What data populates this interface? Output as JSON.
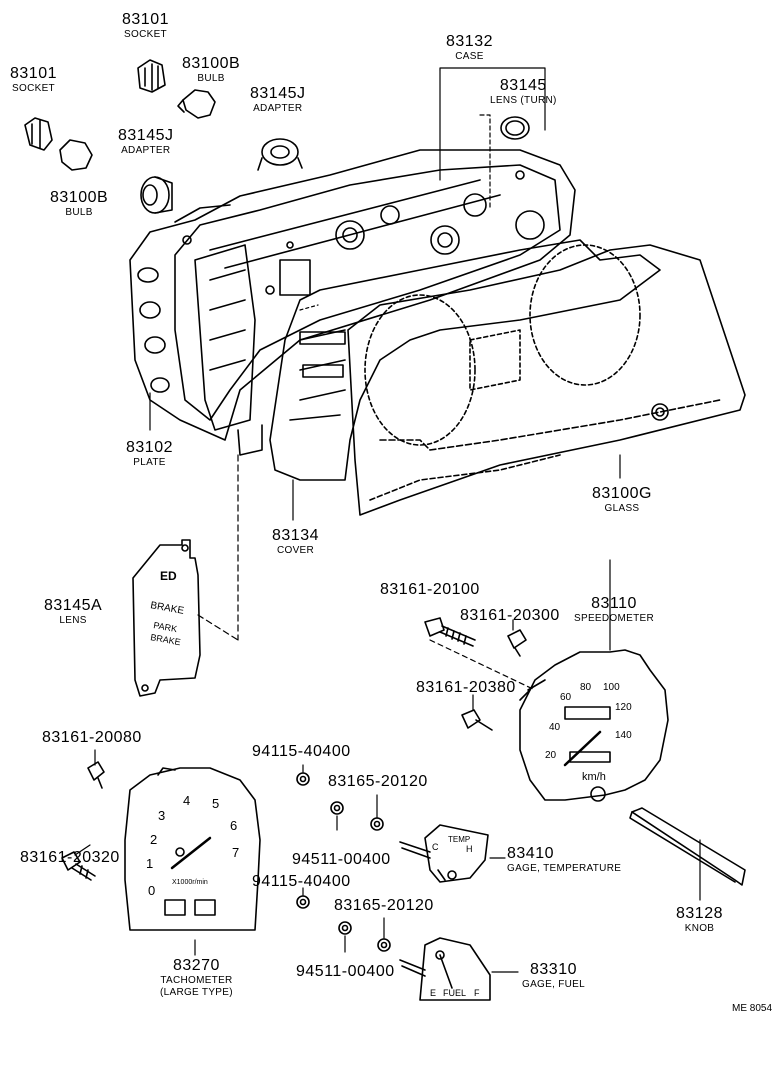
{
  "labels": [
    {
      "id": "socket-top",
      "num": "83101",
      "sub": "SOCKET"
    },
    {
      "id": "bulb-top",
      "num": "83100B",
      "sub": "BULB"
    },
    {
      "id": "socket-left",
      "num": "83101",
      "sub": "SOCKET"
    },
    {
      "id": "case",
      "num": "83132",
      "sub": "CASE"
    },
    {
      "id": "adapter-right",
      "num": "83145J",
      "sub": "ADAPTER"
    },
    {
      "id": "lens-turn",
      "num": "83145",
      "sub": "LENS (TURN)"
    },
    {
      "id": "adapter-left",
      "num": "83145J",
      "sub": "ADAPTER"
    },
    {
      "id": "bulb-left",
      "num": "83100B",
      "sub": "BULB"
    },
    {
      "id": "plate",
      "num": "83102",
      "sub": "PLATE"
    },
    {
      "id": "cover",
      "num": "83134",
      "sub": "COVER"
    },
    {
      "id": "glass",
      "num": "83100G",
      "sub": "GLASS"
    },
    {
      "id": "lens",
      "num": "83145A",
      "sub": "LENS"
    },
    {
      "id": "screw-20100",
      "num": "83161-20100",
      "sub": ""
    },
    {
      "id": "screw-20300",
      "num": "83161-20300",
      "sub": ""
    },
    {
      "id": "speedometer",
      "num": "83110",
      "sub": "SPEEDOMETER"
    },
    {
      "id": "screw-20380",
      "num": "83161-20380",
      "sub": ""
    },
    {
      "id": "screw-20080",
      "num": "83161-20080",
      "sub": ""
    },
    {
      "id": "nut-40400-a",
      "num": "94115-40400",
      "sub": ""
    },
    {
      "id": "washer-20120-a",
      "num": "83165-20120",
      "sub": ""
    },
    {
      "id": "screw-20320",
      "num": "83161-20320",
      "sub": ""
    },
    {
      "id": "nut-00400-a",
      "num": "94511-00400",
      "sub": ""
    },
    {
      "id": "gage-temp",
      "num": "83410",
      "sub": "GAGE, TEMPERATURE"
    },
    {
      "id": "nut-40400-b",
      "num": "94115-40400",
      "sub": ""
    },
    {
      "id": "washer-20120-b",
      "num": "83165-20120",
      "sub": ""
    },
    {
      "id": "tachometer",
      "num": "83270",
      "sub": "TACHOMETER",
      "sub2": "(LARGE TYPE)"
    },
    {
      "id": "nut-00400-b",
      "num": "94511-00400",
      "sub": ""
    },
    {
      "id": "gage-fuel",
      "num": "83310",
      "sub": "GAGE, FUEL"
    },
    {
      "id": "knob",
      "num": "83128",
      "sub": "KNOB"
    }
  ],
  "lens_text": {
    "line1": "BRAKE",
    "line2": "PARK",
    "line3": "BRAKE"
  },
  "speedometer_dial": {
    "ticks": [
      "20",
      "40",
      "60",
      "80",
      "100",
      "120",
      "140"
    ],
    "unit": "km/h"
  },
  "tachometer_dial": {
    "ticks": [
      "0",
      "1",
      "2",
      "3",
      "4",
      "5",
      "6",
      "7"
    ],
    "unit": "X1000r/min"
  },
  "temp_gage": {
    "text": "C",
    "text2": "TEMP",
    "text3": "H"
  },
  "fuel_gage": {
    "e": "E",
    "label": "FUEL",
    "f": "F"
  },
  "figure_code": "ME 8054"
}
